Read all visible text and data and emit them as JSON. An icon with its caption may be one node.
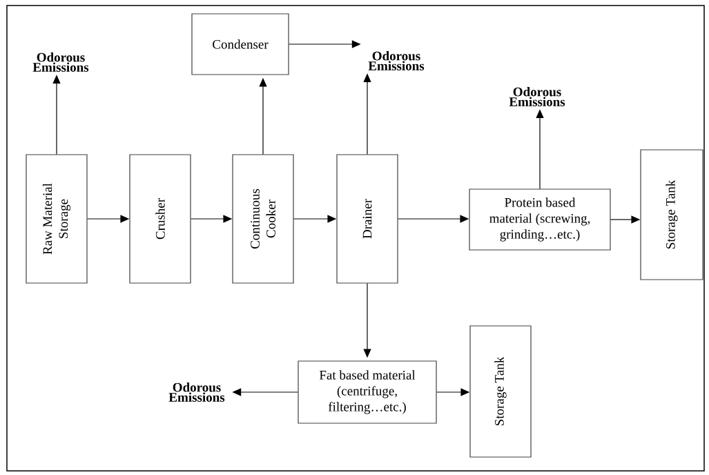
{
  "diagram": {
    "nodes": [
      {
        "text": [
          "Odorous Emissions"
        ]
      },
      {
        "text": [
          "Condenser"
        ]
      },
      {
        "text": [
          "Odorous Emissions"
        ]
      },
      {
        "text": [
          "Odorous Emissions"
        ]
      },
      {
        "text": [
          "Raw Material Storage"
        ]
      },
      {
        "text": [
          "Crusher"
        ]
      },
      {
        "text": [
          "Continuous Cooker"
        ]
      },
      {
        "text": [
          "Drainer"
        ]
      },
      {
        "text": [
          "Protein based material (screwing, grinding…etc.)"
        ]
      },
      {
        "text": [
          "Storage Tank"
        ]
      },
      {
        "text": [
          "Odorous Emissions"
        ]
      },
      {
        "text": [
          "Fat based material (centrifuge, filtering…etc.)"
        ]
      },
      {
        "text": [
          "Storage Tank"
        ]
      }
    ],
    "edges": [
      {
        "from": 4,
        "to": 0,
        "arrow": "to"
      },
      {
        "from": 6,
        "to": 1,
        "arrow": "to"
      },
      {
        "from": 1,
        "to": 2,
        "arrow": "to"
      },
      {
        "from": 7,
        "to": 2,
        "arrow": "to"
      },
      {
        "from": 8,
        "to": 3,
        "arrow": "to"
      },
      {
        "from": 4,
        "to": 5,
        "arrow": "to"
      },
      {
        "from": 5,
        "to": 6,
        "arrow": "to"
      },
      {
        "from": 6,
        "to": 7,
        "arrow": "to"
      },
      {
        "from": 7,
        "to": 8,
        "arrow": "to"
      },
      {
        "from": 8,
        "to": 9,
        "arrow": "to"
      },
      {
        "from": 7,
        "to": 11,
        "arrow": "to"
      },
      {
        "from": 11,
        "to": 10,
        "arrow": "to"
      },
      {
        "from": 11,
        "to": 12,
        "arrow": "to"
      }
    ]
  }
}
